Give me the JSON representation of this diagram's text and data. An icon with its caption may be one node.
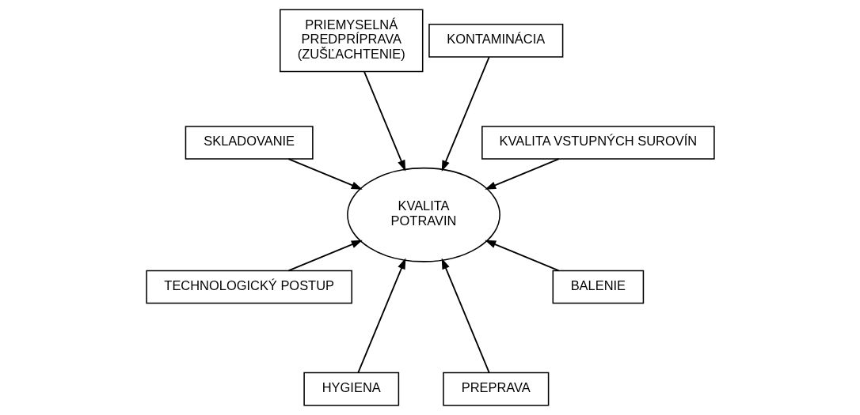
{
  "diagram": {
    "nodes": [
      {
        "text": [
          "KVALITA VSTUPNÝCH SUROVÍN"
        ]
      },
      {
        "text": [
          "KONTAMINÁCIA"
        ]
      },
      {
        "text": [
          "PRIEMYSELNÁ PREDPRÍPRAVA (ZUŠĽACHTENIE)"
        ]
      },
      {
        "text": [
          "KVALITA POTRAVIN"
        ]
      },
      {
        "text": [
          "SKLADOVANIE"
        ]
      },
      {
        "text": [
          "TECHNOLOGICKÝ POSTUP"
        ]
      },
      {
        "text": [
          "HYGIENA"
        ]
      },
      {
        "text": [
          "PREPRAVA"
        ]
      },
      {
        "text": [
          "BALENIE"
        ]
      }
    ],
    "edges": [
      {
        "from": 0,
        "to": 3,
        "arrow": "to"
      },
      {
        "from": 1,
        "to": 3,
        "arrow": "to"
      },
      {
        "from": 2,
        "to": 3,
        "arrow": "to"
      },
      {
        "from": 4,
        "to": 3,
        "arrow": "to"
      },
      {
        "from": 5,
        "to": 3,
        "arrow": "to"
      },
      {
        "from": 6,
        "to": 3,
        "arrow": "to"
      },
      {
        "from": 7,
        "to": 3,
        "arrow": "to"
      },
      {
        "from": 8,
        "to": 3,
        "arrow": "to"
      }
    ]
  }
}
